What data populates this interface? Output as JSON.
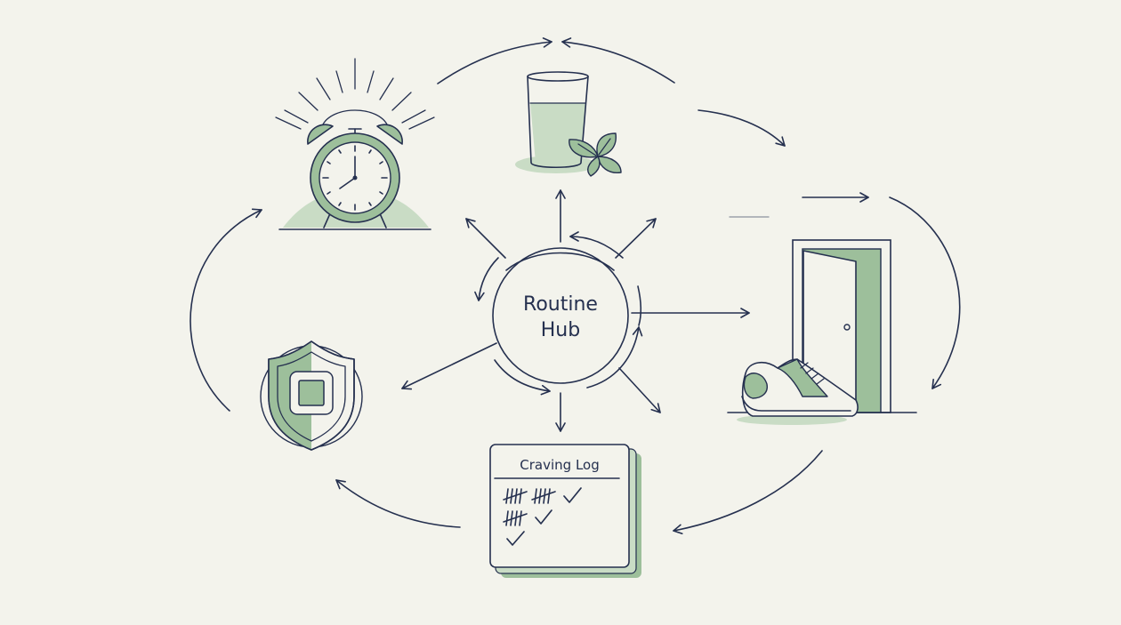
{
  "hub": {
    "line1": "Routine",
    "line2": "Hub"
  },
  "craving_log": {
    "title": "Craving Log"
  },
  "colors": {
    "background": "#f3f3ec",
    "ink": "#25304f",
    "sage": "#9dbf9b",
    "sage_light": "#c9dcc5"
  },
  "icons": [
    "alarm-clock-icon",
    "water-glass-icon",
    "mint-leaf-icon",
    "door-icon",
    "sneaker-icon",
    "shield-icon",
    "clipboard-icon"
  ]
}
